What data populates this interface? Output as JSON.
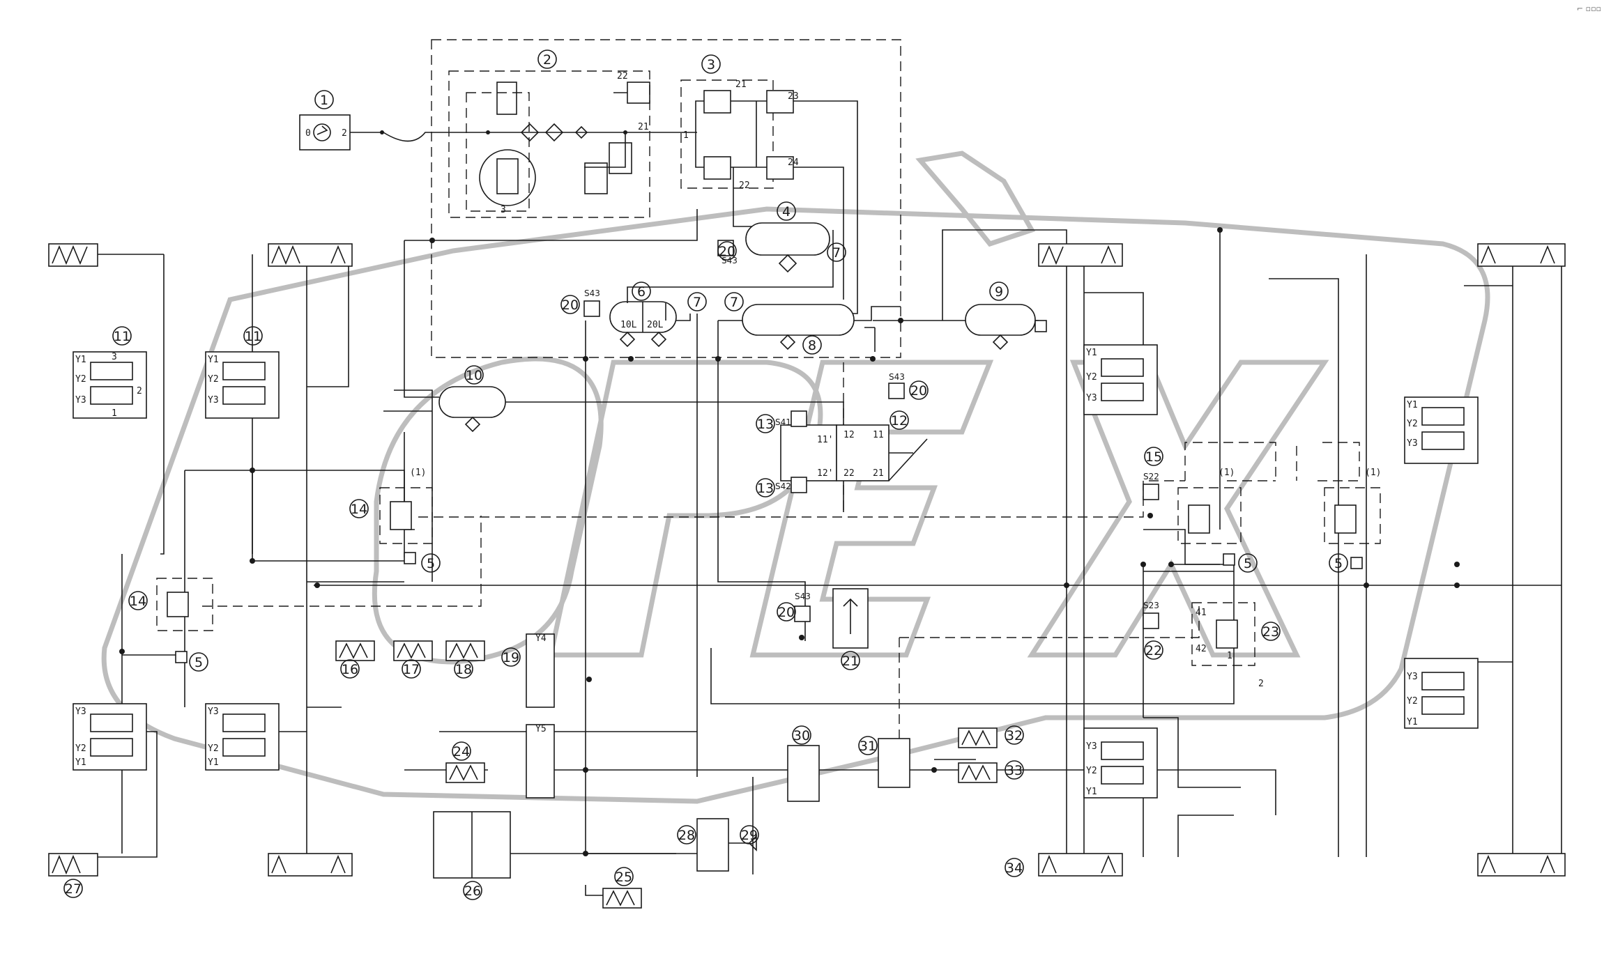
{
  "corner_mark": "⌐ ▫▫▫",
  "watermark": "OPEX",
  "colors": {
    "line": "#1a1a1a",
    "watermark": "#bdbdbd",
    "background": "#ffffff"
  },
  "callouts": [
    {
      "id": "c1",
      "label": "1"
    },
    {
      "id": "c2",
      "label": "2"
    },
    {
      "id": "c3",
      "label": "3"
    },
    {
      "id": "c4",
      "label": "4"
    },
    {
      "id": "c6",
      "label": "6"
    },
    {
      "id": "c7a",
      "label": "7"
    },
    {
      "id": "c7b",
      "label": "7"
    },
    {
      "id": "c7c",
      "label": "7"
    },
    {
      "id": "c8",
      "label": "8"
    },
    {
      "id": "c9",
      "label": "9"
    },
    {
      "id": "c10",
      "label": "10"
    },
    {
      "id": "c11a",
      "label": "11"
    },
    {
      "id": "c11b",
      "label": "11"
    },
    {
      "id": "c12",
      "label": "12"
    },
    {
      "id": "c13a",
      "label": "13"
    },
    {
      "id": "c13b",
      "label": "13"
    },
    {
      "id": "c14a",
      "label": "14"
    },
    {
      "id": "c14b",
      "label": "14"
    },
    {
      "id": "c15",
      "label": "15"
    },
    {
      "id": "c16",
      "label": "16"
    },
    {
      "id": "c17",
      "label": "17"
    },
    {
      "id": "c18",
      "label": "18"
    },
    {
      "id": "c19",
      "label": "19"
    },
    {
      "id": "c20a",
      "label": "20"
    },
    {
      "id": "c20b",
      "label": "20"
    },
    {
      "id": "c20c",
      "label": "20"
    },
    {
      "id": "c20d",
      "label": "20"
    },
    {
      "id": "c21",
      "label": "21"
    },
    {
      "id": "c22",
      "label": "22"
    },
    {
      "id": "c23",
      "label": "23"
    },
    {
      "id": "c24",
      "label": "24"
    },
    {
      "id": "c25",
      "label": "25"
    },
    {
      "id": "c26",
      "label": "26"
    },
    {
      "id": "c27",
      "label": "27"
    },
    {
      "id": "c28",
      "label": "28"
    },
    {
      "id": "c29",
      "label": "29"
    },
    {
      "id": "c30",
      "label": "30"
    },
    {
      "id": "c31",
      "label": "31"
    },
    {
      "id": "c32",
      "label": "32"
    },
    {
      "id": "c33",
      "label": "33"
    },
    {
      "id": "c34",
      "label": "34"
    },
    {
      "id": "c5a",
      "label": "5"
    },
    {
      "id": "c5b",
      "label": "5"
    },
    {
      "id": "c5c",
      "label": "5"
    },
    {
      "id": "c5d",
      "label": "5"
    }
  ],
  "ports": [
    {
      "id": "p0",
      "label": "0"
    },
    {
      "id": "p2",
      "label": "2"
    },
    {
      "id": "p21a",
      "label": "21"
    },
    {
      "id": "p22a",
      "label": "22"
    },
    {
      "id": "p3",
      "label": "3"
    },
    {
      "id": "p1a",
      "label": "1"
    },
    {
      "id": "p21b",
      "label": "21"
    },
    {
      "id": "p23",
      "label": "23"
    },
    {
      "id": "p24",
      "label": "24"
    },
    {
      "id": "p22b",
      "label": "22"
    },
    {
      "id": "p10l",
      "label": "10L"
    },
    {
      "id": "p20l",
      "label": "20L"
    },
    {
      "id": "p11p",
      "label": "11'"
    },
    {
      "id": "p12p",
      "label": "12'"
    },
    {
      "id": "p12",
      "label": "12"
    },
    {
      "id": "p22c",
      "label": "22"
    },
    {
      "id": "p11",
      "label": "11"
    },
    {
      "id": "p21c",
      "label": "21"
    },
    {
      "id": "p41",
      "label": "41"
    },
    {
      "id": "p42",
      "label": "42"
    },
    {
      "id": "p2x",
      "label": "2"
    },
    {
      "id": "p1x",
      "label": "1"
    },
    {
      "id": "pY4",
      "label": "Y4"
    },
    {
      "id": "pY5",
      "label": "Y5"
    },
    {
      "id": "pC1a",
      "label": "(1)"
    },
    {
      "id": "pC1b",
      "label": "(1)"
    },
    {
      "id": "pC1c",
      "label": "(1)"
    }
  ],
  "sensor_codes": [
    {
      "id": "s43a",
      "label": "S43"
    },
    {
      "id": "s43b",
      "label": "S43"
    },
    {
      "id": "s43c",
      "label": "S43"
    },
    {
      "id": "s43d",
      "label": "S43"
    },
    {
      "id": "s41",
      "label": "S41"
    },
    {
      "id": "s42",
      "label": "S42"
    },
    {
      "id": "s22",
      "label": "S22"
    },
    {
      "id": "s23",
      "label": "S23"
    }
  ],
  "valve_ports": {
    "y1": "Y1",
    "y2": "Y2",
    "y3": "Y3",
    "p1": "1",
    "p2": "2",
    "p3": "3"
  }
}
